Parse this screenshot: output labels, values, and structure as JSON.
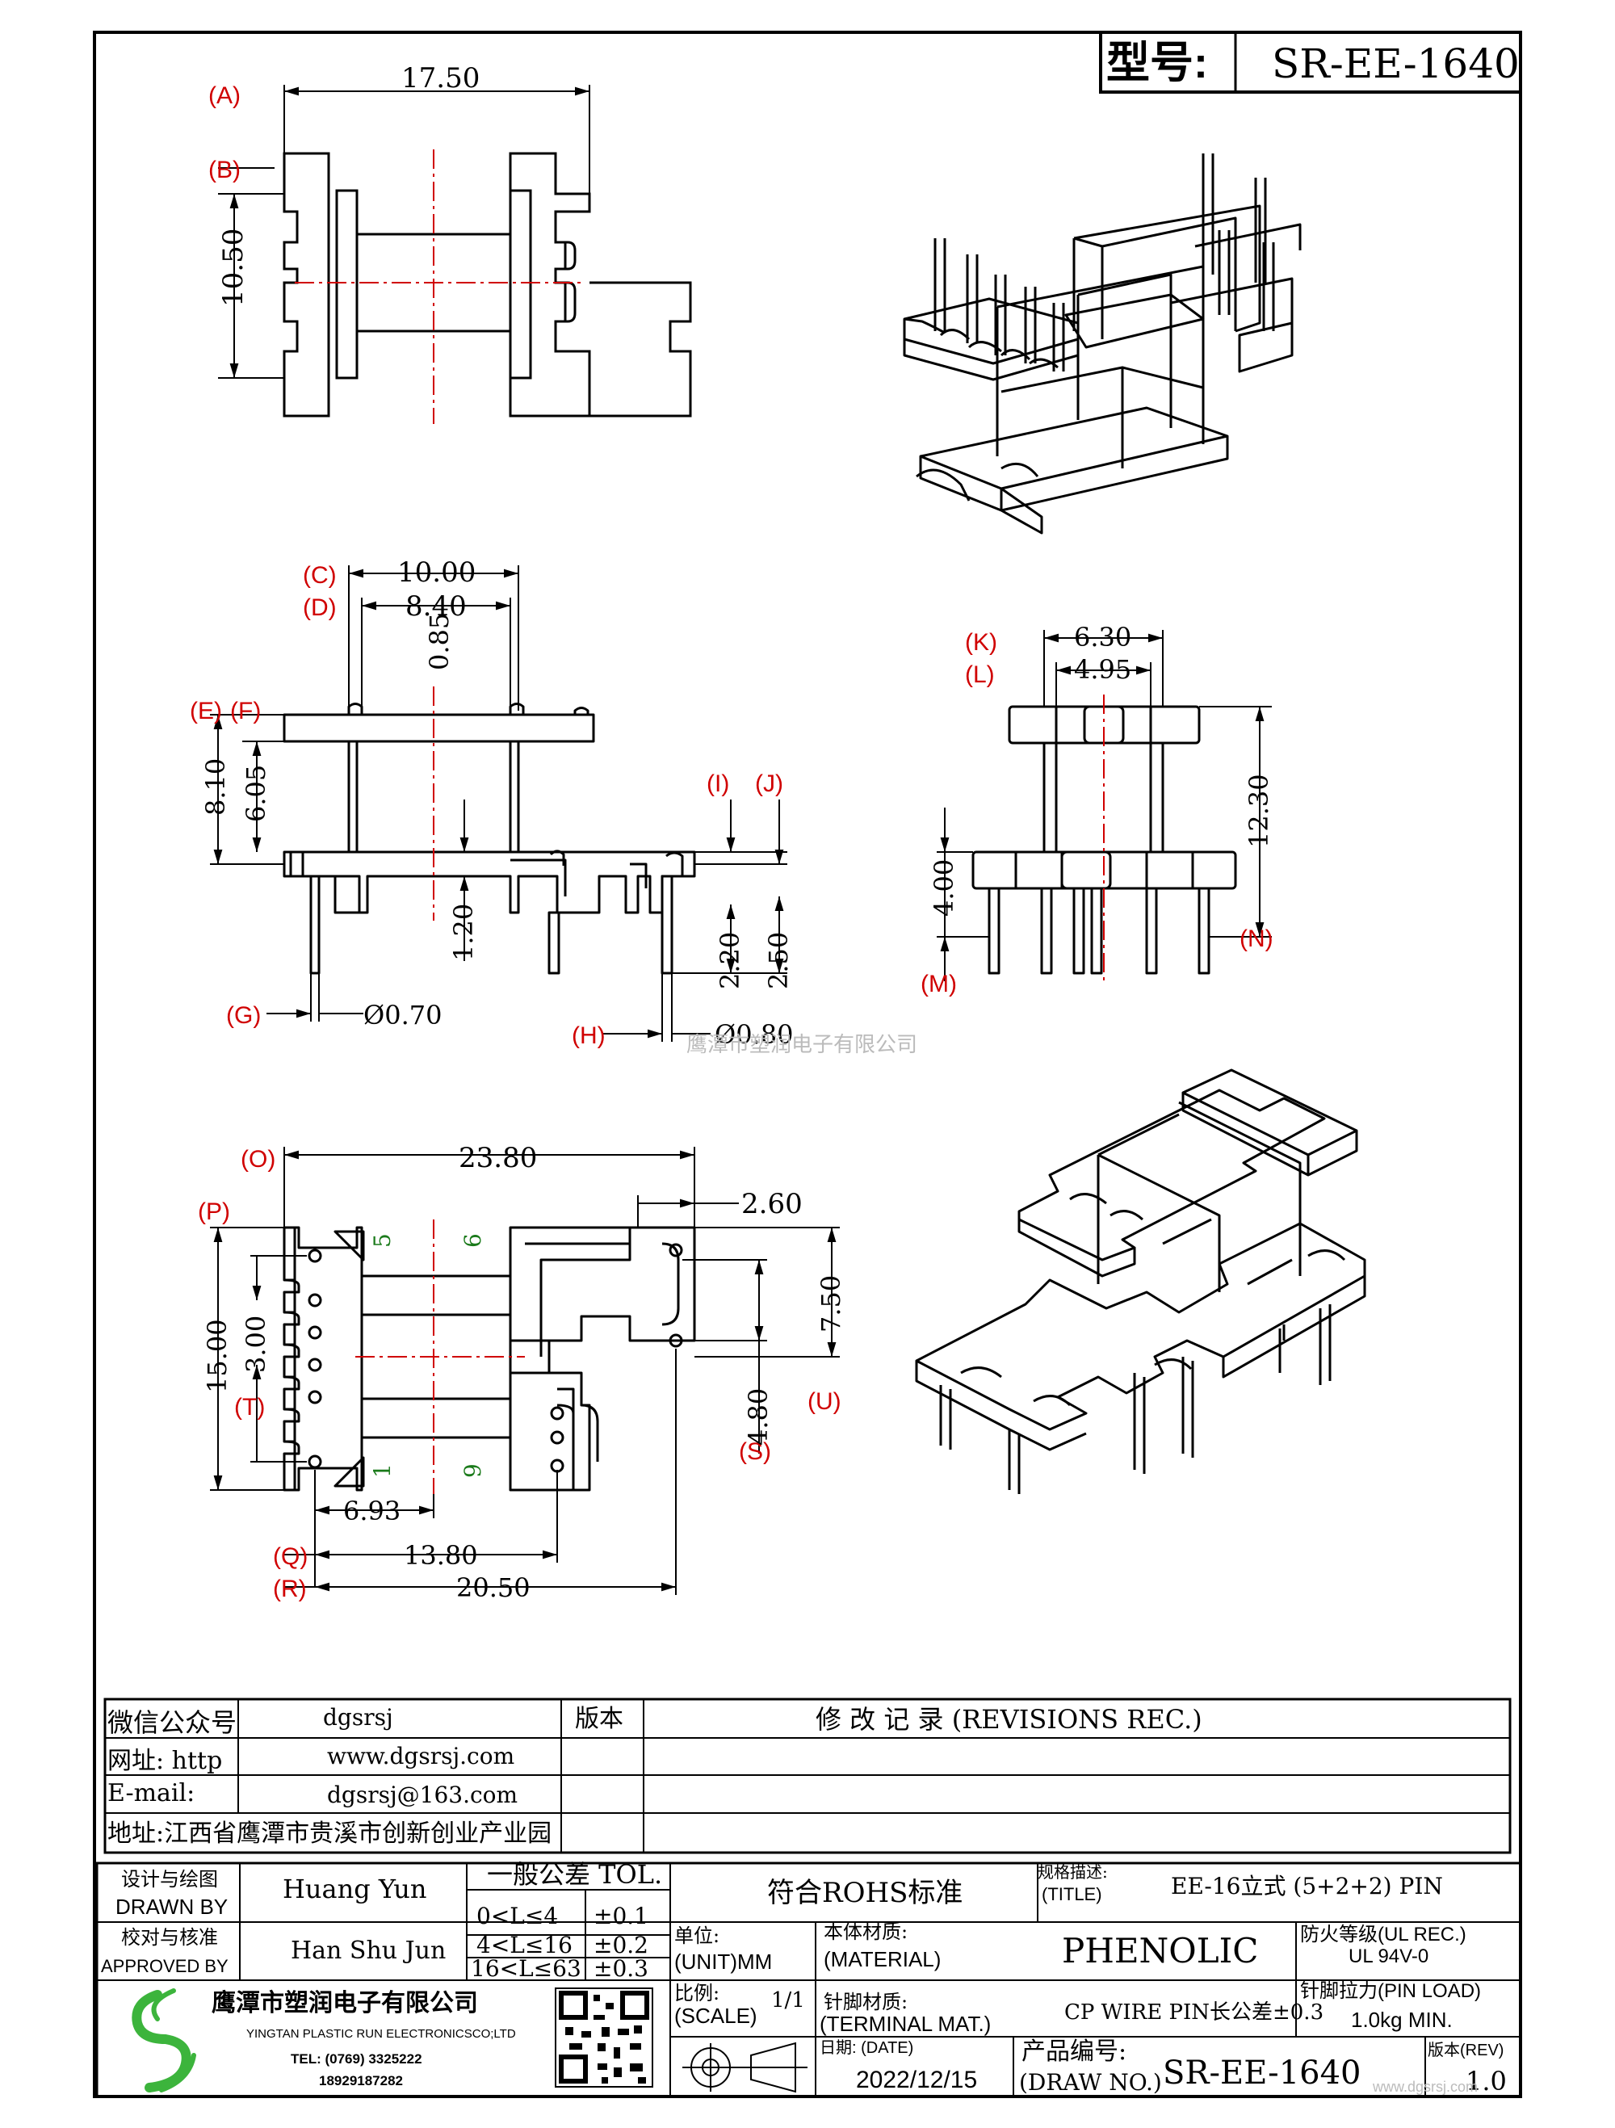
{
  "title_block": {
    "model_label": "型号:",
    "model_value": "SR-EE-1640"
  },
  "dimensions": {
    "top": {
      "A": "(A)",
      "B": "(B)",
      "width": "17.50",
      "height": "10.50"
    },
    "front": {
      "C": "(C)",
      "D": "(D)",
      "E": "(E)",
      "F": "(F)",
      "G": "(G)",
      "H": "(H)",
      "I": "(I)",
      "J": "(J)",
      "d_c": "10.00",
      "d_d": "8.40",
      "d_085": "0.85",
      "d_810": "8.10",
      "d_605": "6.05",
      "d_120": "1.20",
      "d_220": "2.20",
      "d_250": "2.50",
      "pin_g": "Ø0.70",
      "pin_h": "Ø0.80"
    },
    "side": {
      "K": "(K)",
      "L": "(L)",
      "M": "(M)",
      "N": "(N)",
      "d_630": "6.30",
      "d_495": "4.95",
      "d_1230": "12.30",
      "d_400": "4.00"
    },
    "bottom": {
      "O": "(O)",
      "P": "(P)",
      "Q": "(Q)",
      "R": "(R)",
      "S": "(S)",
      "T": "(T)",
      "U": "(U)",
      "d_2380": "23.80",
      "d_260": "2.60",
      "d_1500": "15.00",
      "d_300": "3.00",
      "d_750": "7.50",
      "d_480": "4.80",
      "d_693": "6.93",
      "d_1380": "13.80",
      "d_2050": "20.50",
      "pin5": "5",
      "pin6": "6",
      "pin1": "1",
      "pin9": "9"
    }
  },
  "watermark": "鹰潭市塑润电子有限公司",
  "info_table": {
    "wechat_label": "微信公众号",
    "wechat_value": "dgsrsj",
    "web_label": "网址: http",
    "web_value": "www.dgsrsj.com",
    "email_label": "E-mail:",
    "email_value": "dgsrsj@163.com",
    "address": "地址:江西省鹰潭市贵溪市创新创业产业园",
    "version_label": "版本",
    "revisions_label": "修 改 记 录  (REVISIONS REC.)"
  },
  "bottom_table": {
    "drawn_cn": "设计与绘图",
    "drawn_en": "DRAWN BY",
    "drawn_name": "Huang  Yun",
    "approved_cn": "校对与核准",
    "approved_en": "APPROVED BY",
    "approved_name": "Han Shu Jun",
    "tol_title": "一般公差 TOL.",
    "tol_row1_range": "0<L≤4",
    "tol_row1_val": "±0.1",
    "tol_row2_range": "4<L≤16",
    "tol_row2_val": "±0.2",
    "tol_row3_range": "16<L≤63",
    "tol_row3_val": "±0.3",
    "rohs": "符合ROHS标准",
    "title_cn": "规格描述:",
    "title_en": "(TITLE)",
    "title_value": "EE-16立式 (5+2+2) PIN",
    "unit_cn": "单位:",
    "unit_en": "(UNIT)MM",
    "material_cn": "本体材质:",
    "material_en": "(MATERIAL)",
    "material_value": "PHENOLIC",
    "fire_cn": "防火等级(UL REC.)",
    "fire_value": "UL 94V-0",
    "company_cn": "鹰潭市塑润电子有限公司",
    "company_en": "YINGTAN PLASTIC RUN ELECTRONICSCO;LTD",
    "tel": "TEL: (0769) 3325222",
    "phone": "18929187282",
    "scale_cn": "比例:",
    "scale_en": "(SCALE)",
    "scale_value": "1/1",
    "terminal_cn": "针脚材质:",
    "terminal_en": "(TERMINAL MAT.)",
    "terminal_value": "CP WIRE  PIN长公差±0.3",
    "pinload_cn": "针脚拉力(PIN LOAD)",
    "pinload_value": "1.0kg MIN.",
    "date_label": "日期: (DATE)",
    "date_value": "2022/12/15",
    "drawno_cn": "产品编号:",
    "drawno_en": "(DRAW NO.)",
    "drawno_value": "SR-EE-1640",
    "rev_label": "版本(REV)",
    "rev_value": "1.0"
  },
  "footer_watermark": "www.dgsrsj.com",
  "colors": {
    "red": "#d00000",
    "green": "#1a7a1a",
    "line": "#000000",
    "accent_green": "#3cb43c"
  }
}
